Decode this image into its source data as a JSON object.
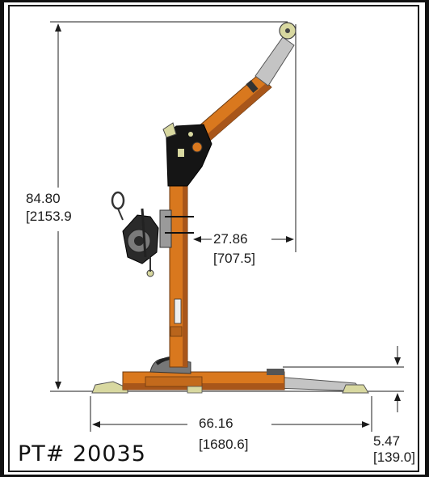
{
  "dimensions": {
    "height": {
      "imperial": "84.80",
      "metric": "[2153.9"
    },
    "reach": {
      "imperial": "27.86",
      "metric": "[707.5]"
    },
    "base_width": {
      "imperial": "66.16",
      "metric": "[1680.6]"
    },
    "base_height": {
      "imperial": "5.47",
      "metric": "[139.0]"
    }
  },
  "part_number": "PT# 20035",
  "colors": {
    "mast_orange": "#d9781e",
    "mast_shadow": "#a8561a",
    "boom_gray": "#c4c4c4",
    "bracket_yellow": "#d8d8a0",
    "head_black": "#151515",
    "dimension_line": "#1c1c1c"
  }
}
